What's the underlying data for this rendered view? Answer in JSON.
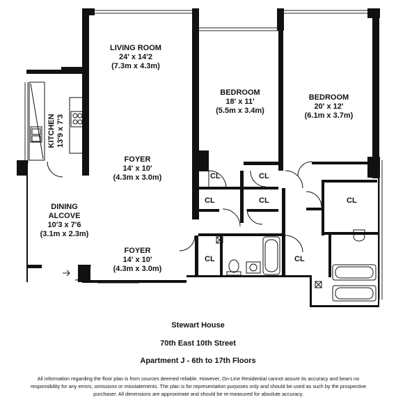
{
  "rooms": {
    "living_room": {
      "name": "LIVING ROOM",
      "dim_ft": "24' x 14'2",
      "dim_m": "(7.3m x 4.3m)"
    },
    "bedroom_1": {
      "name": "BEDROOM",
      "dim_ft": "18' x 11'",
      "dim_m": "(5.5m x 3.4m)"
    },
    "bedroom_2": {
      "name": "BEDROOM",
      "dim_ft": "20' x 12'",
      "dim_m": "(6.1m x 3.7m)"
    },
    "kitchen": {
      "name": "KITCHEN",
      "dim_ft": "13'9 x 7'3"
    },
    "foyer_1": {
      "name": "FOYER",
      "dim_ft": "14' x 10'",
      "dim_m": "(4.3m x 3.0m)"
    },
    "foyer_2": {
      "name": "FOYER",
      "dim_ft": "14' x 10'",
      "dim_m": "(4.3m x 3.0m)"
    },
    "dining": {
      "name_line1": "DINING",
      "name_line2": "ALCOVE",
      "dim_ft": "10'3 x 7'6",
      "dim_m": "(3.1m x 2.3m)"
    }
  },
  "closets": {
    "label": "CL"
  },
  "caption": {
    "building": "Stewart House",
    "address": "70th East 10th Street",
    "apartment": "Apartment J - 6th to 17th Floors"
  },
  "disclaimer": "All information regarding the floor plan is from sources deemed reliable. However, On-Line Residential cannot assure its accuracy and bears no responsibility for any errors, omissions or misstatements. The plan is for representation purposes only and should be used as such by the prospective purchaser. All dimensions are approximate and should be re-measured for absolute accuracy."
}
